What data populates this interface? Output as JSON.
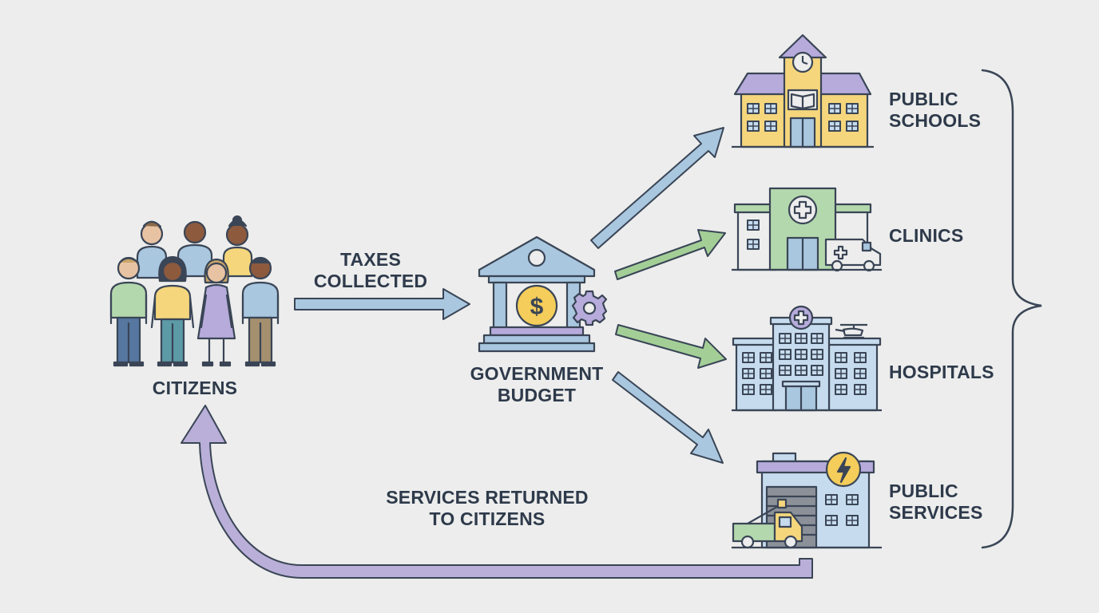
{
  "nodes": {
    "citizens": {
      "label": "CITIZENS"
    },
    "government_budget": {
      "label_line1": "GOVERNMENT",
      "label_line2": "BUDGET"
    },
    "public_schools": {
      "label_line1": "PUBLIC",
      "label_line2": "SCHOOLS"
    },
    "clinics": {
      "label": "CLINICS"
    },
    "hospitals": {
      "label": "HOSPITALS"
    },
    "public_services": {
      "label_line1": "PUBLIC",
      "label_line2": "SERVICES"
    }
  },
  "edges": {
    "taxes": {
      "label_line1": "TAXES",
      "label_line2": "COLLECTED"
    },
    "return": {
      "label_line1": "SERVICES RETURNED",
      "label_line2": "TO CITIZENS"
    }
  },
  "colors": {
    "background": "#ecedec",
    "outline": "#3a4556",
    "arrow_blue": "#a9c7df",
    "arrow_green": "#a3cf97",
    "arrow_purple": "#b9afd8",
    "building_yellow": "#f5d67c",
    "roof_purple": "#b6abdb",
    "building_green": "#b4d8ad",
    "building_blue": "#c6dcee",
    "coin_gold": "#f4cd5a"
  }
}
